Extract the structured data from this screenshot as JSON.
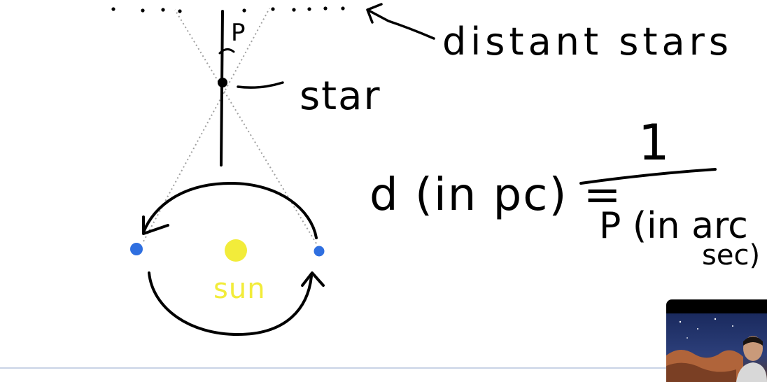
{
  "diagram": {
    "labels": {
      "parallax_angle": "P",
      "star": "star",
      "distant_stars": "distant stars",
      "sun": "sun"
    },
    "equation": {
      "lhs": "d (in pc) =",
      "numerator": "1",
      "denominator_line1": "P (in arc",
      "denominator_line2": "sec)"
    }
  },
  "colors": {
    "ink": "#000000",
    "sun": "#f2ec3a",
    "earth": "#2f6fe0",
    "sightline": "#a0a0a0",
    "rule": "#c9d3e6"
  },
  "webcam": {
    "icon": "presenter-video-icon"
  }
}
